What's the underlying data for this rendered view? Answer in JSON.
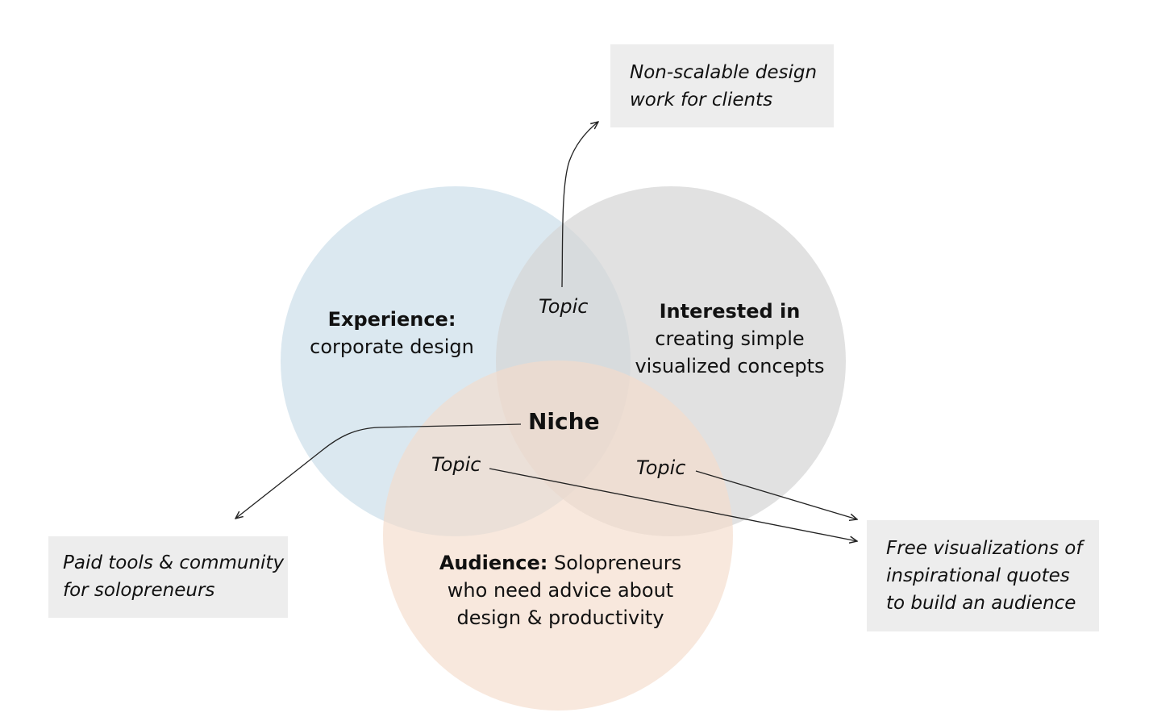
{
  "diagram": {
    "colors": {
      "experience_circle": "#d7e6ee",
      "interest_circle": "#e0e0e0",
      "audience_circle": "#f6e5da",
      "note_background": "#ededed",
      "line": "#222222"
    },
    "circles": {
      "experience": {
        "heading": "Experience:",
        "lines": [
          "corporate design"
        ]
      },
      "interest": {
        "heading": "Interested in",
        "lines": [
          "creating simple",
          "visualized concepts"
        ]
      },
      "audience": {
        "heading": "Audience:",
        "lines": [
          "Solopreneurs",
          "who need advice about",
          "design & productivity"
        ]
      }
    },
    "center": {
      "label": "Niche"
    },
    "topics": {
      "top": "Topic",
      "left": "Topic",
      "right": "Topic"
    },
    "notes": {
      "top": [
        "Non-scalable design",
        "work for clients"
      ],
      "left": [
        "Paid tools & community",
        "for solopreneurs"
      ],
      "right": [
        "Free visualizations of",
        "inspirational quotes",
        "to build an audience"
      ]
    }
  }
}
